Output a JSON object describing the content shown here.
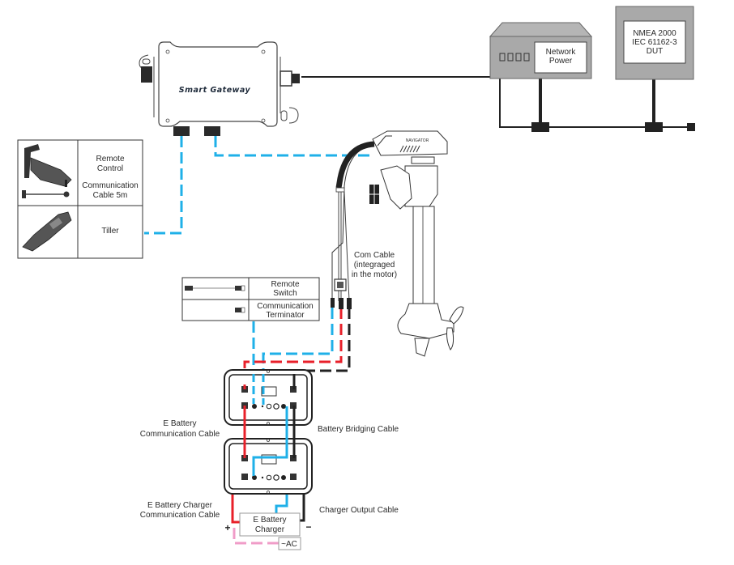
{
  "diagram": {
    "smart_gateway": {
      "label": "Smart Gateway"
    },
    "network_power": {
      "label_lines": [
        "Network",
        "Power"
      ]
    },
    "nmea_dut": {
      "label_lines": [
        "NMEA 2000",
        "IEC 61162-3",
        "DUT"
      ]
    },
    "accessory_table": {
      "rows": [
        {
          "label_lines": [
            "Remote",
            "Control"
          ],
          "sub_label_lines": [
            "Communication",
            "Cable 5m"
          ]
        },
        {
          "label_lines": [
            "Tiller"
          ]
        }
      ]
    },
    "switch_table": {
      "rows": [
        {
          "label_lines": [
            "Remote",
            "Switch"
          ]
        },
        {
          "label_lines": [
            "Communication",
            "Terminator"
          ]
        }
      ]
    },
    "motor_brand": "NAVIGATOR",
    "com_cable_label_lines": [
      "Com Cable",
      "(integraged",
      "in the motor)"
    ],
    "battery_comm_label_lines": [
      "E Battery",
      "Communication Cable"
    ],
    "battery_bridging_label": "Battery Bridging Cable",
    "charger_comm_label_lines": [
      "E Battery Charger",
      "Communication Cable"
    ],
    "charger_output_label": "Charger Output Cable",
    "charger": {
      "label_lines": [
        "E Battery",
        "Charger"
      ]
    },
    "ac_label": "~AC",
    "plus_sign": "+",
    "minus_sign": "−",
    "colors": {
      "comm_cable": "#1fb0e8",
      "positive_cable": "#e8202a",
      "negative_cable": "#222222",
      "ac_cable": "#f09cc8",
      "device_gray": "#a9a9a9",
      "outline": "#333333"
    }
  }
}
